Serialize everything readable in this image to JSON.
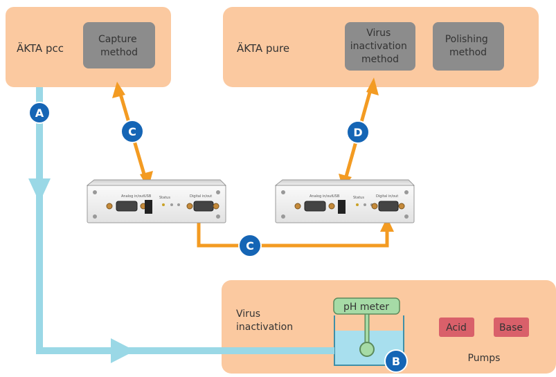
{
  "akta_pcc": {
    "label": "ÄKTA pcc",
    "capture_method": [
      "Capture",
      "method"
    ]
  },
  "akta_pure": {
    "label": "ÄKTA pure",
    "virus_inactivation_method": [
      "Virus",
      "inactivation",
      "method"
    ],
    "polishing_method": [
      "Polishing",
      "method"
    ]
  },
  "virus_inactivation": {
    "label": [
      "Virus",
      "inactivation"
    ],
    "ph_meter": "pH meter",
    "acid": "Acid",
    "base": "Base",
    "pumps": "Pumps"
  },
  "connections": {
    "A": "A",
    "B": "B",
    "C_upper": "C",
    "C_lower": "C",
    "D": "D"
  },
  "device_panel": {
    "analog_label": "Analog in/out",
    "usb_label": "USB",
    "status_label": "Status",
    "digital_label": "Digital in/out"
  },
  "colors": {
    "system_box": "#fbc9a0",
    "method_box": "#8c8c8c",
    "flow_line": "#9ad8e6",
    "signal_arrow": "#f39b22",
    "badge": "#1565b5",
    "ph_meter": "#a6dba6",
    "vessel": "#a8dfee",
    "pump_box": "#d9606a"
  }
}
